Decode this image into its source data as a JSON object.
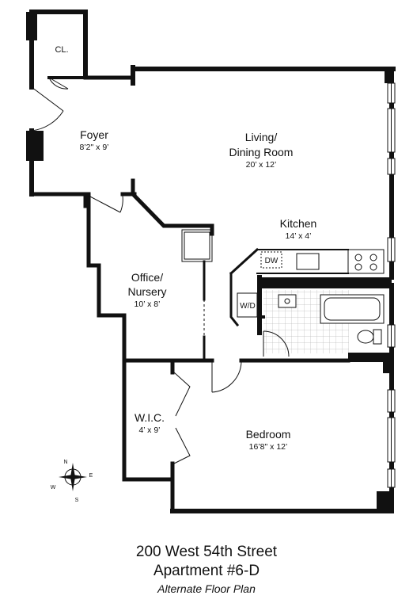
{
  "rooms": {
    "closet": {
      "name": "CL."
    },
    "foyer": {
      "name": "Foyer",
      "dims": "8’2\" x 9’"
    },
    "living": {
      "name_line1": "Living/",
      "name_line2": "Dining Room",
      "dims": "20’ x 12’"
    },
    "kitchen": {
      "name": "Kitchen",
      "dims": "14’ x 4’"
    },
    "office": {
      "name_line1": "Office/",
      "name_line2": "Nursery",
      "dims": "10’ x 8’"
    },
    "wic": {
      "name": "W.I.C.",
      "dims": "4’ x 9’"
    },
    "bedroom": {
      "name": "Bedroom",
      "dims": "16’8\" x 12’"
    }
  },
  "fixtures": {
    "dishwasher": "DW",
    "washer_dryer": "W/D"
  },
  "compass": {
    "n": "N",
    "e": "E",
    "s": "S",
    "w": "W"
  },
  "footer": {
    "address": "200 West 54th Street",
    "apartment": "Apartment #6-D",
    "subtitle": "Alternate Floor Plan"
  }
}
